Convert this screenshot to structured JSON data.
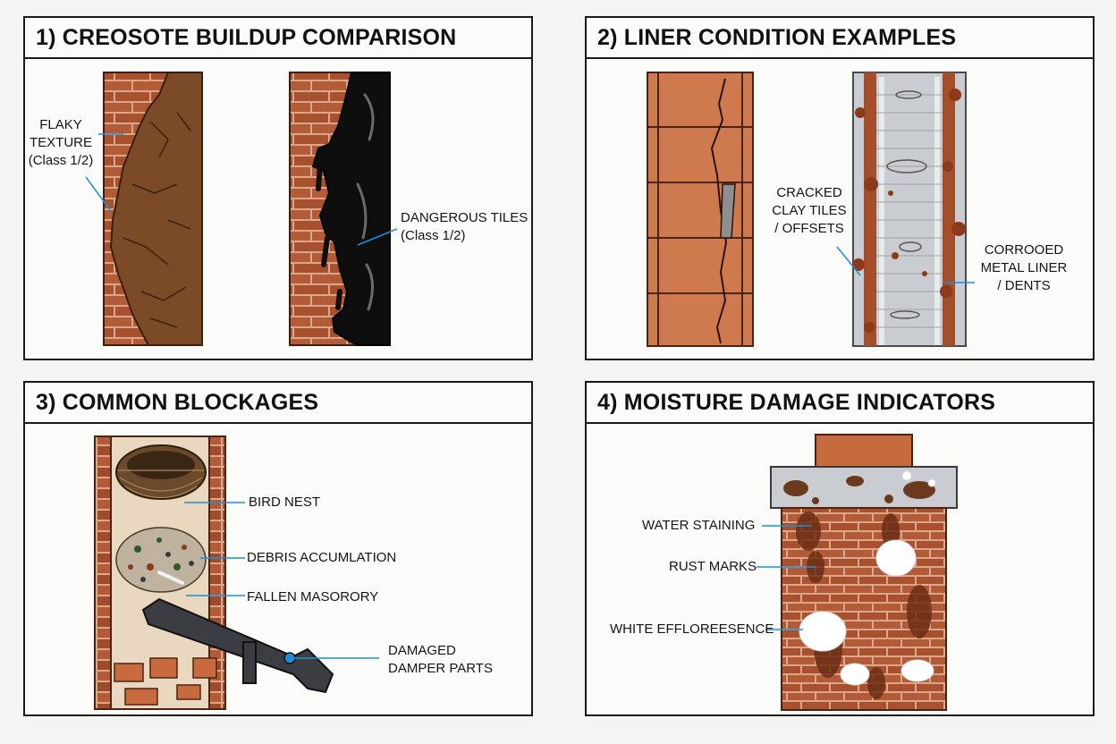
{
  "colors": {
    "brick": "#b35a36",
    "mortar": "#d9a88a",
    "creosote_flaky": "#7a4b26",
    "creosote_glazed": "#0e0e0e",
    "clay_liner": "#cf7a4e",
    "metal": "#c9ccd0",
    "rust": "#8c3a1a",
    "efflorescence": "#ffffff",
    "leader": "#1e8fd6"
  },
  "panels": [
    {
      "title": "1) CREOSOTE BUILDUP COMPARISON",
      "labels": [
        {
          "lines": [
            "FLAKY",
            "TEXTURE",
            "(Class 1/2)"
          ]
        },
        {
          "lines": [
            "DANGEROUS TILES",
            "(Class 1/2)"
          ]
        }
      ]
    },
    {
      "title": "2) LINER CONDITION EXAMPLES",
      "labels": [
        {
          "lines": [
            "CRACKED",
            "CLAY TILES",
            "/ OFFSETS"
          ]
        },
        {
          "lines": [
            "CORROOED",
            "METAL LINER",
            "/ DENTS"
          ]
        }
      ]
    },
    {
      "title": "3) COMMON BLOCKAGES",
      "labels": [
        {
          "lines": [
            "BIRD NEST"
          ]
        },
        {
          "lines": [
            "DEBRIS ACCUMLATION"
          ]
        },
        {
          "lines": [
            "FALLEN MASORORY"
          ]
        },
        {
          "lines": [
            "DAMAGED",
            "DAMPER PARTS"
          ]
        }
      ]
    },
    {
      "title": "4) MOISTURE DAMAGE INDICATORS",
      "labels": [
        {
          "lines": [
            "WATER STAINING"
          ]
        },
        {
          "lines": [
            "RUST MARKS"
          ]
        },
        {
          "lines": [
            "WHITE EFFLOREESENCE"
          ]
        }
      ]
    }
  ]
}
